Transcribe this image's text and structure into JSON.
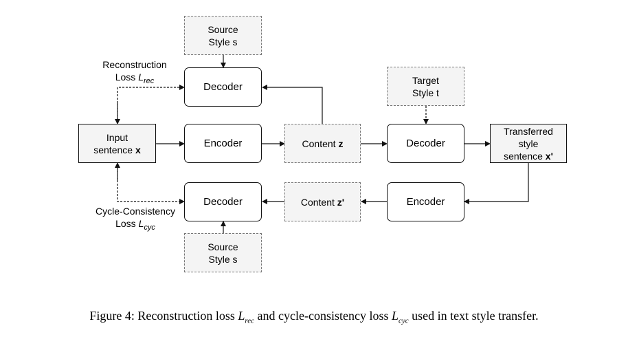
{
  "nodes": {
    "source_style_top": {
      "line1": "Source",
      "line2": "Style s"
    },
    "decoder_top": "Decoder",
    "target_style": {
      "line1": "Target",
      "line2": "Style t"
    },
    "input_sentence": {
      "line1": "Input",
      "line2": "sentence",
      "var": "x"
    },
    "encoder_left": "Encoder",
    "content_z": {
      "text": "Content",
      "var": "z"
    },
    "decoder_mid": "Decoder",
    "transferred": {
      "line1": "Transferred",
      "line2": "style",
      "line3": "sentence",
      "var": "x'"
    },
    "decoder_bottom": "Decoder",
    "content_z_prime": {
      "text": "Content",
      "var": "z'"
    },
    "encoder_right": "Encoder",
    "source_style_bottom": {
      "line1": "Source",
      "line2": "Style s"
    }
  },
  "labels": {
    "reconstruction": {
      "line1": "Reconstruction",
      "line2": "Loss",
      "sym": "L",
      "sub": "rec"
    },
    "cycle": {
      "line1": "Cycle-Consistency",
      "line2": "Loss",
      "sym": "L",
      "sub": "cyc"
    }
  },
  "caption": {
    "prefix": "Figure 4: Reconstruction loss",
    "sym1": "L",
    "sub1": "rec",
    "middle": "and cycle-consistency loss",
    "sym2": "L",
    "sub2": "cyc",
    "suffix": "used in text style transfer."
  }
}
